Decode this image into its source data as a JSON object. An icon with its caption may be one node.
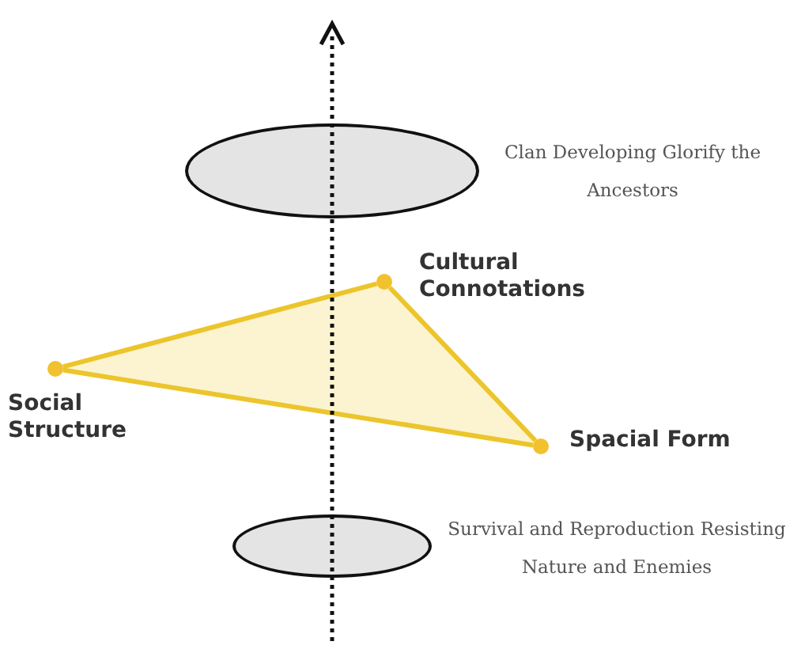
{
  "diagram": {
    "nodes": [
      {
        "text": [],
        "shape": "ellipse",
        "beside": [
          "Clan Developing Glorify the Ancestors"
        ]
      },
      {
        "text": [],
        "shape": "circle",
        "beside": [
          "Cultural Connotations"
        ]
      },
      {
        "text": [],
        "shape": "circle",
        "beside": [
          "Social Structure"
        ]
      },
      {
        "text": [],
        "shape": "circle",
        "beside": [
          "Spacial Form"
        ]
      },
      {
        "text": [],
        "shape": "ellipse",
        "beside": [
          "Survival and Reproduction Resisting Nature and Enemies"
        ]
      }
    ],
    "edges": [
      {
        "from": 1,
        "to": 2,
        "arrow": "none"
      },
      {
        "from": 2,
        "to": 3,
        "arrow": "none"
      },
      {
        "from": 3,
        "to": 1,
        "arrow": "none"
      }
    ]
  }
}
